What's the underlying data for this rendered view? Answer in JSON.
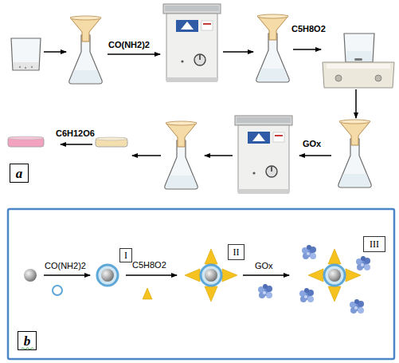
{
  "diagram": {
    "nodes": [
      {
        "text": [
          "a"
        ]
      },
      {
        "text": [
          "I"
        ]
      },
      {
        "text": [
          "II"
        ]
      },
      {
        "text": [
          "III"
        ]
      },
      {
        "text": [
          "b"
        ]
      }
    ],
    "labels": [
      "CO(NH2)2",
      "C5H8O2",
      "GOx",
      "C6H12O6",
      "CO(NH2)2",
      "C5H8O2",
      "GOx"
    ]
  }
}
